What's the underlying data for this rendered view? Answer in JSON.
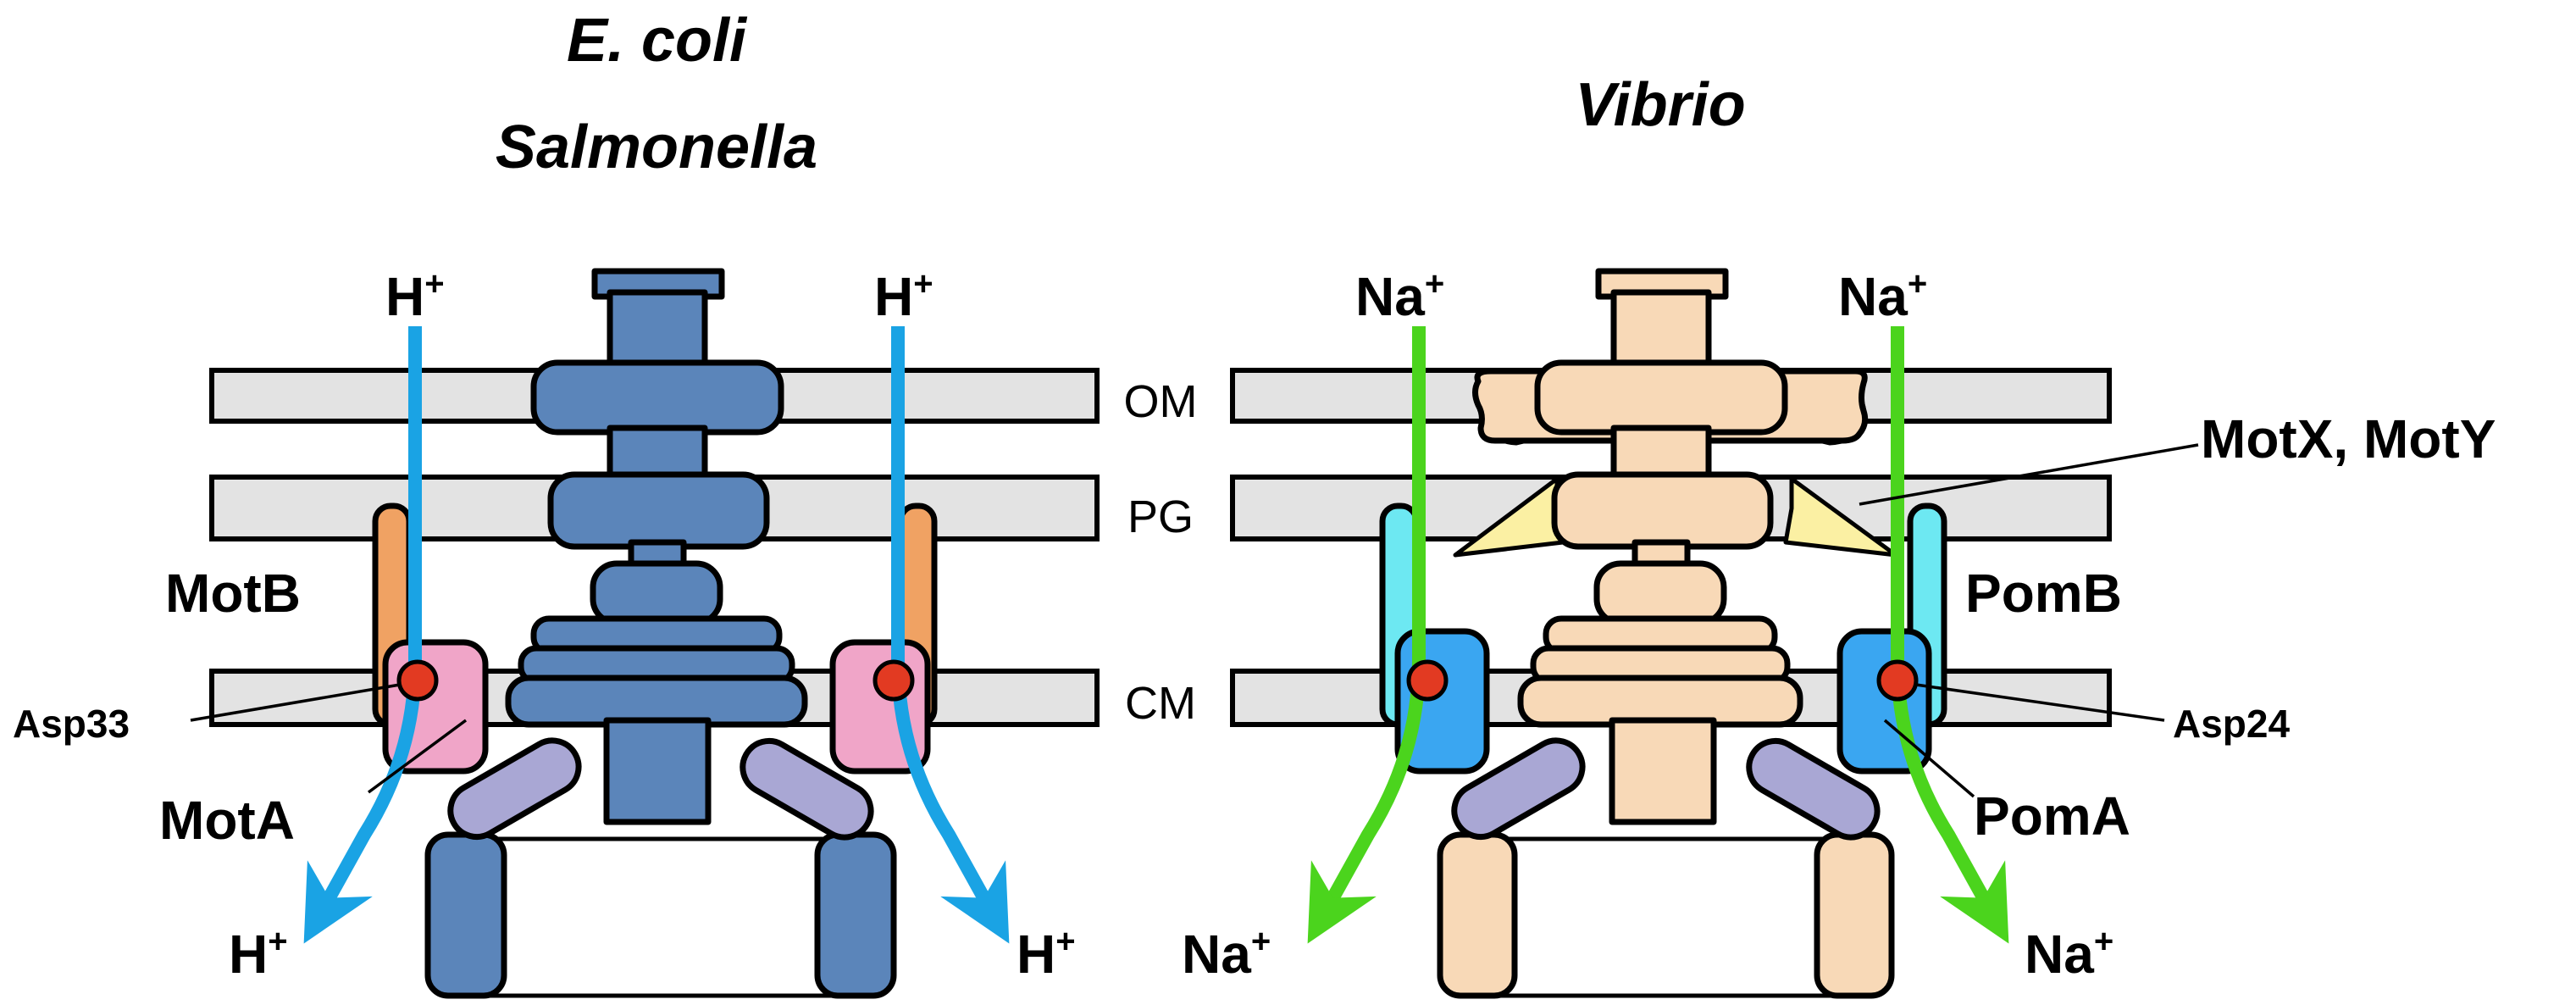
{
  "titles": {
    "left_line1": "E. coli",
    "left_line2": "Salmonella",
    "right": "Vibrio"
  },
  "layers": {
    "om": "OM",
    "pg": "PG",
    "cm": "CM"
  },
  "left_panel": {
    "ion_in": "H",
    "ion_out": "H",
    "ion_charge": "+",
    "stator_b": "MotB",
    "stator_a": "MotA",
    "residue": "Asp33"
  },
  "right_panel": {
    "ion_in": "Na",
    "ion_out": "Na",
    "ion_charge": "+",
    "stator_b": "PomB",
    "stator_a": "PomA",
    "residue": "Asp24",
    "ring_proteins": "MotX, MotY"
  },
  "colors": {
    "membrane": "#e3e3e3",
    "left_motor": "#5b85ba",
    "right_motor": "#f8d9b7",
    "motb": "#f0a263",
    "mota": "#f0a5c8",
    "pomb": "#6de8f2",
    "poma": "#3aa6f1",
    "switch_link": "#a9a7d4",
    "motxy": "#fbf0a3",
    "proton_arrow": "#1aa3e4",
    "sodium_arrow": "#4bd41d",
    "asp_residue": "#e23a22"
  }
}
